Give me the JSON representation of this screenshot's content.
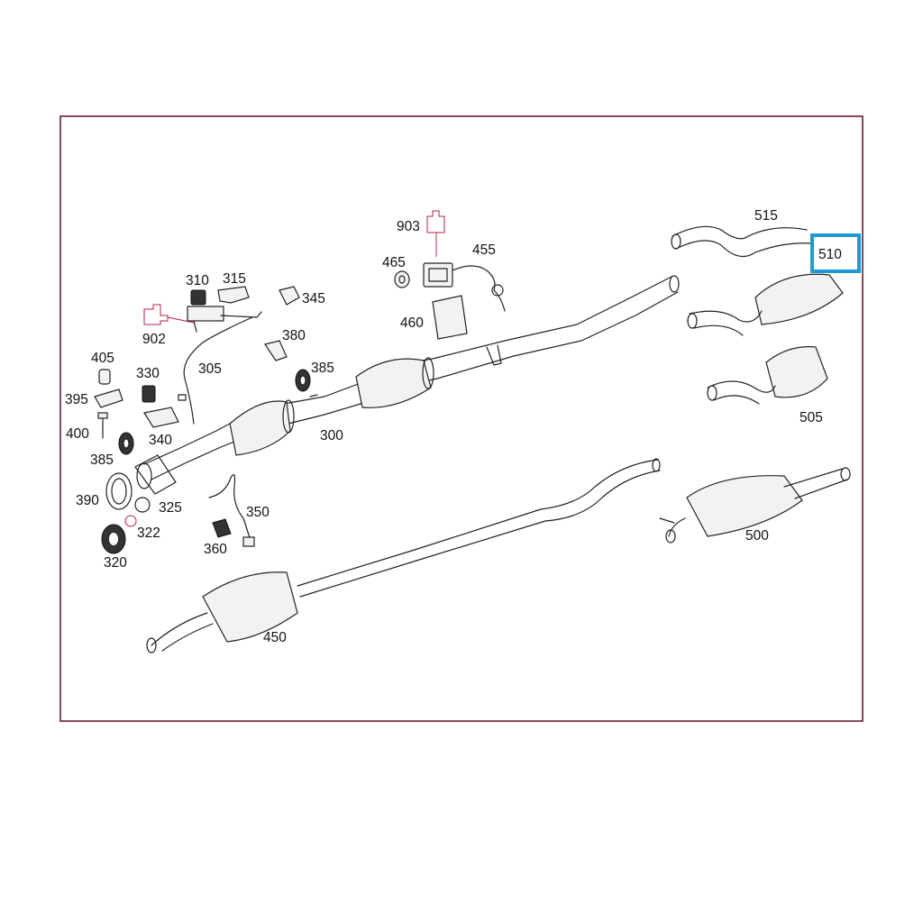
{
  "diagram": {
    "highlight_color": "#1e9ad6",
    "line_color": "#b02040",
    "callouts": [
      {
        "id": "903",
        "label": "903"
      },
      {
        "id": "455",
        "label": "455"
      },
      {
        "id": "465",
        "label": "465"
      },
      {
        "id": "460",
        "label": "460"
      },
      {
        "id": "515",
        "label": "515"
      },
      {
        "id": "510",
        "label": "510",
        "highlighted": true
      },
      {
        "id": "505",
        "label": "505"
      },
      {
        "id": "310",
        "label": "310"
      },
      {
        "id": "315",
        "label": "315"
      },
      {
        "id": "345",
        "label": "345"
      },
      {
        "id": "902",
        "label": "902"
      },
      {
        "id": "305",
        "label": "305"
      },
      {
        "id": "380",
        "label": "380"
      },
      {
        "id": "385a",
        "label": "385"
      },
      {
        "id": "405",
        "label": "405"
      },
      {
        "id": "330",
        "label": "330"
      },
      {
        "id": "395",
        "label": "395"
      },
      {
        "id": "400",
        "label": "400"
      },
      {
        "id": "340",
        "label": "340"
      },
      {
        "id": "385b",
        "label": "385"
      },
      {
        "id": "300",
        "label": "300"
      },
      {
        "id": "390",
        "label": "390"
      },
      {
        "id": "325",
        "label": "325"
      },
      {
        "id": "350",
        "label": "350"
      },
      {
        "id": "322",
        "label": "322"
      },
      {
        "id": "320",
        "label": "320"
      },
      {
        "id": "360",
        "label": "360"
      },
      {
        "id": "500",
        "label": "500"
      },
      {
        "id": "450",
        "label": "450"
      }
    ]
  }
}
